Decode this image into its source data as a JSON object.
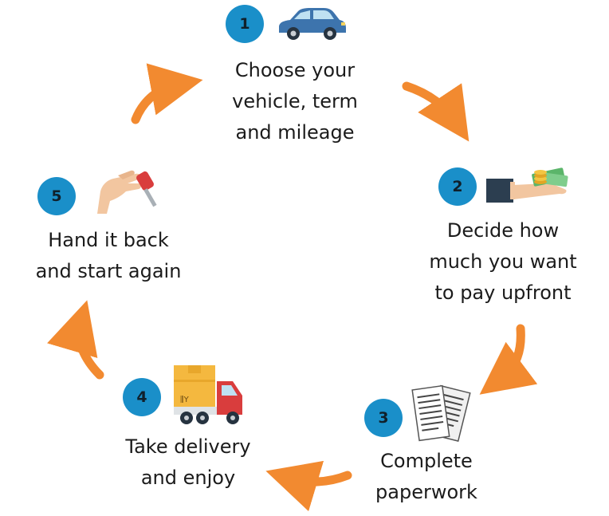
{
  "colors": {
    "badge": "#1a8fc9",
    "arrow": "#f28a30",
    "text": "#1b1b1b"
  },
  "steps": [
    {
      "number": "1",
      "label": "Choose your\nvehicle, term\nand mileage",
      "icon": "car-icon"
    },
    {
      "number": "2",
      "label": "Decide how\nmuch you want\nto pay upfront",
      "icon": "money-hand-icon"
    },
    {
      "number": "3",
      "label": "Complete\npaperwork",
      "icon": "documents-icon"
    },
    {
      "number": "4",
      "label": "Take delivery\nand enjoy",
      "icon": "delivery-truck-icon"
    },
    {
      "number": "5",
      "label": "Hand it back\nand start again",
      "icon": "hand-key-icon"
    }
  ]
}
